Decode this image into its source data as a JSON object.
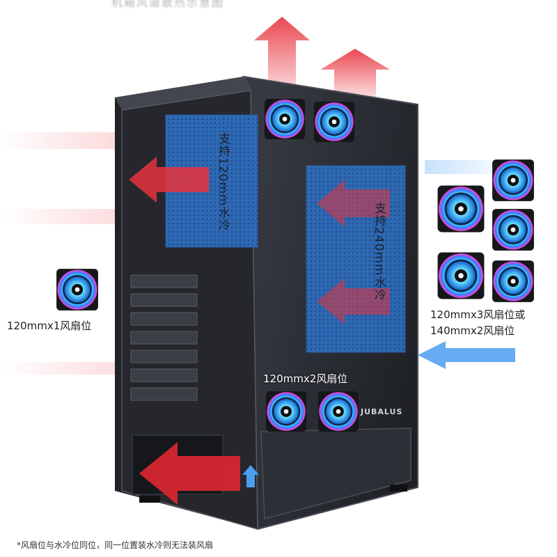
{
  "headline": "机箱风道散热示意图",
  "labels": {
    "top_radiator": "支持120mm水冷",
    "front_radiator": "支持240mm水冷",
    "rear_fan": "120mmx1风扇位",
    "front_fan_line1": "120mmx3风扇位或",
    "front_fan_line2": "140mmx2风扇位",
    "bottom_fan": "120mmx2风扇位",
    "brand": "JUBALUS",
    "footnote": "*风扇位与水冷位同位，同一位置装水冷则无法装风扇"
  },
  "icons": {
    "fan": "rgb-fan-icon",
    "hot_arrow": "hot-air-arrow-icon",
    "cool_arrow": "cool-air-arrow-icon"
  },
  "colors": {
    "hot_air": "#e8323c",
    "cool_air": "#4a9ef0",
    "case_body": "#2a2d33",
    "radiator": "#2f6fc0"
  }
}
